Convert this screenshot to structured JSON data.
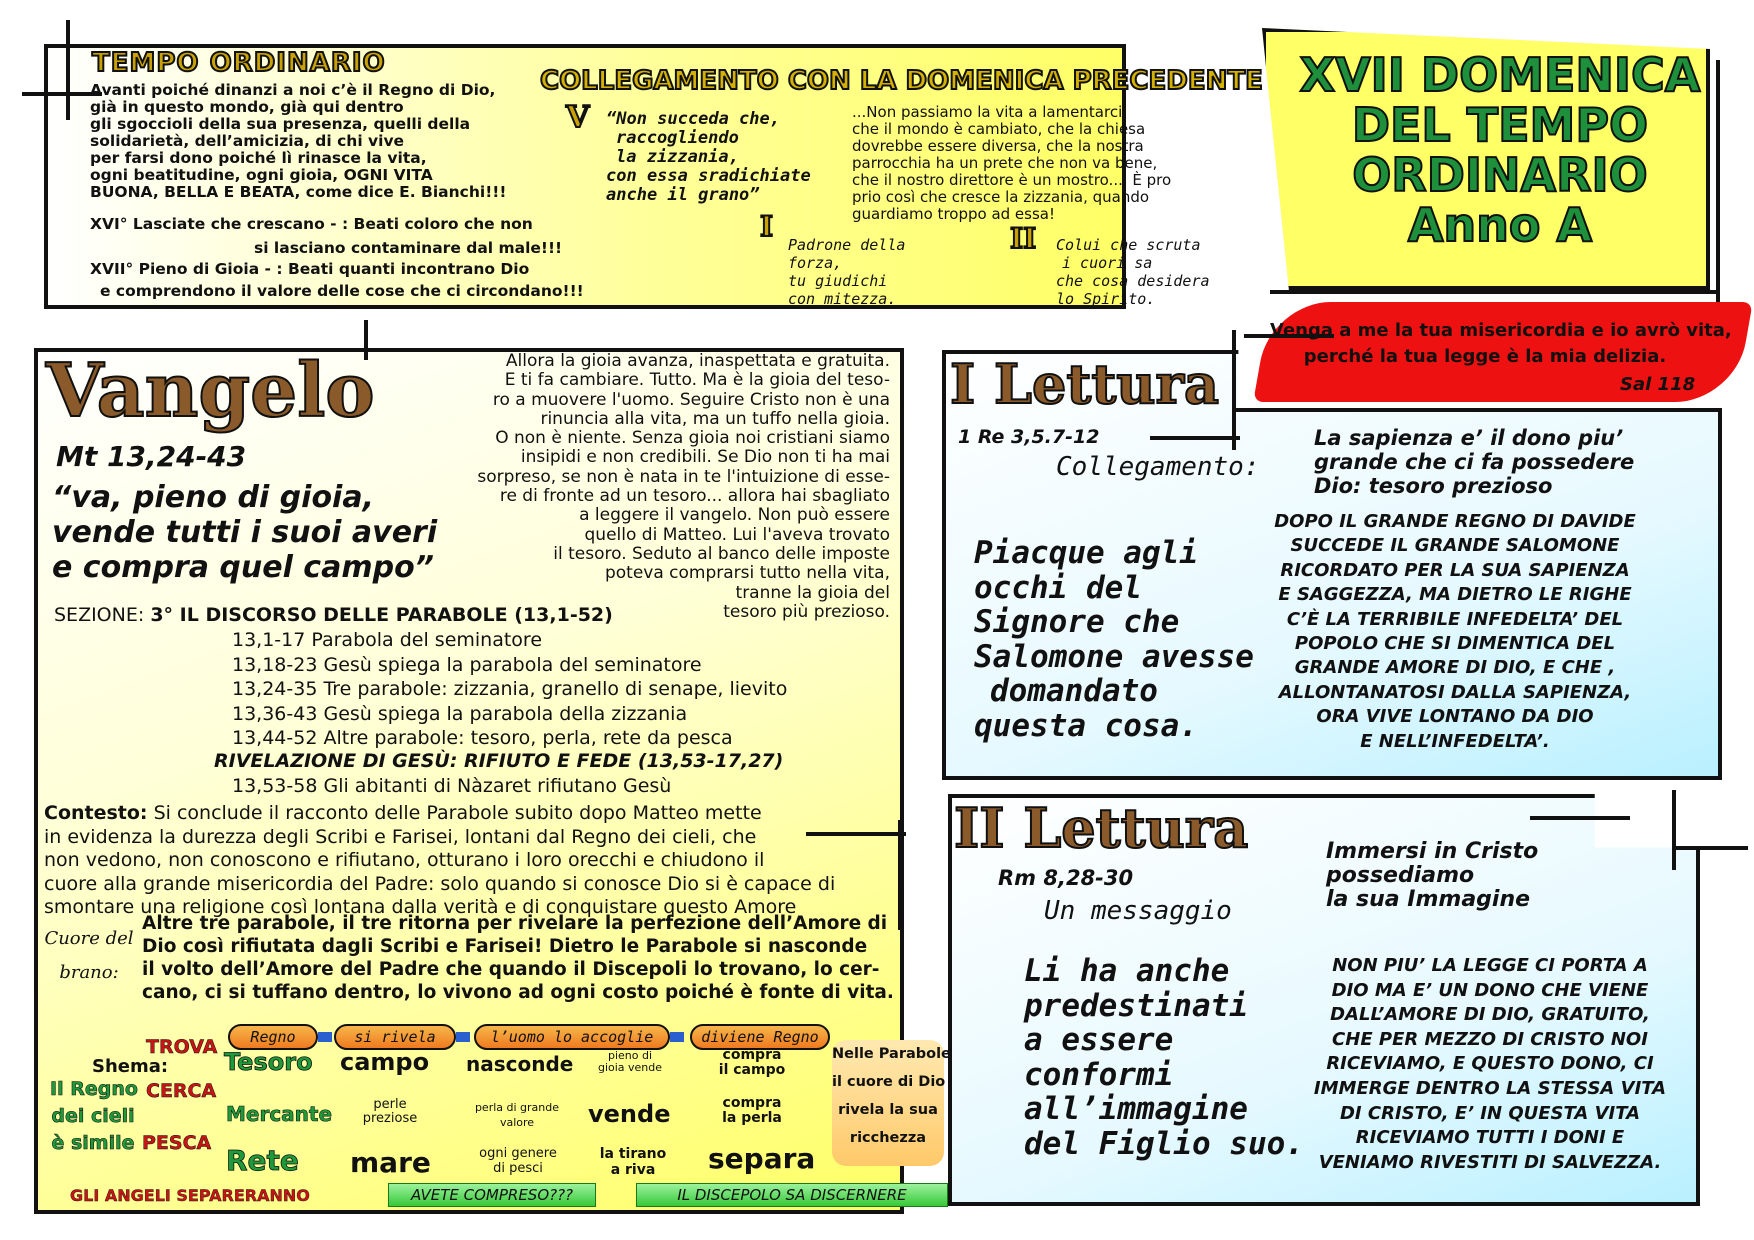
{
  "header": {
    "tempo_title": "TEMPO ORDINARIO",
    "tempo_lines": [
      "Avanti poiché dinanzi a noi c’è il Regno di Dio,",
      "già in questo mondo, già qui dentro",
      "gli sgoccioli della sua presenza, quelli  della",
      "solidarietà, dell’amicizia, di chi vive",
      "per farsi dono poiché lì rinasce la vita,",
      "ogni beatitudine, ogni gioia, OGNI VITA",
      "BUONA, BELLA E BEATA, come dice E. Bianchi!!!"
    ],
    "xvi_line1": "XVI° Lasciate che crescano - : Beati coloro che  non",
    "xvi_line2": "si lasciano contaminare dal male!!!",
    "xvii_line1": "XVII° Pieno di Gioia - : Beati quanti incontrano Dio",
    "xvii_line2": "e comprendono il valore delle cose che ci circondano!!!",
    "collegamento_title": "COLLEGAMENTO CON LA DOMENICA PRECEDENTE",
    "v_mark": "V",
    "v_quote": [
      "“Non succeda che,",
      "raccogliendo",
      "la zizzania,",
      "con essa sradichiate",
      "anche il grano”"
    ],
    "v_text": [
      "...Non passiamo la vita a lamentarci",
      "che il mondo è cambiato, che la chiesa",
      "dovrebbe essere diversa, che la nostra",
      "parrocchia  ha un prete  che non va bene,",
      "che il nostro direttore è un mostro.... È pro",
      "prio così che cresce la zizzania, quando",
      "guardiamo troppo ad essa!"
    ],
    "i_mark": "I",
    "i_text": [
      "Padrone della",
      "forza,",
      "tu giudichi",
      "con mitezza."
    ],
    "ii_mark": "II",
    "ii_text": [
      "Colui che  scruta",
      "i cuori sa",
      "che cosa desidera",
      "lo Spirito."
    ],
    "domenica_title": [
      "XVII DOMENICA",
      "DEL TEMPO",
      "ORDINARIO",
      "Anno A"
    ]
  },
  "salmo": {
    "lines": [
      "Venga a me la tua misericordia e io avrò vita,",
      "perché la tua legge è la mia delizia."
    ],
    "ref": "Sal 118"
  },
  "vangelo": {
    "title": "Vangelo",
    "ref": "Mt 13,24-43",
    "quote": [
      "“va, pieno di gioia,",
      "vende tutti i suoi averi",
      "e compra quel campo”"
    ],
    "right_text": [
      "Allora la gioia avanza, inaspettata e gratuita.",
      "E ti fa cambiare. Tutto. Ma è la gioia del teso-",
      "ro a muovere l'uomo. Seguire Cristo non è una",
      "rinuncia alla vita, ma un tuffo nella gioia.",
      "O non è niente. Senza gioia noi cristiani siamo",
      "insipidi e non credibili. Se Dio non ti ha mai",
      "sorpreso, se non è nata in te l'intuizione di esse-",
      "re di fronte ad un tesoro... allora hai sbagliato",
      "a leggere il vangelo. Non può essere",
      "quello di Matteo. Lui l'aveva trovato",
      "il tesoro. Seduto al banco delle imposte",
      "poteva comprarsi tutto nella vita,",
      "tranne la gioia del",
      "tesoro più prezioso."
    ],
    "sezione_label": "SEZIONE:",
    "sezione_title": "3° IL DISCORSO DELLE PARABOLE (13,1-52)",
    "sezione_items": [
      "13,1-17 Parabola del seminatore",
      "13,18-23 Gesù spiega la parabola del seminatore",
      "13,24-35 Tre parabole: zizzania, granello di senape, lievito",
      "13,36-43 Gesù spiega la parabola della zizzania",
      "13,44-52 Altre parabole: tesoro, perla, rete da pesca"
    ],
    "rivelazione": "RIVELAZIONE DI GESÙ: RIFIUTO E FEDE (13,53-17,27)",
    "rivelazione_item": "13,53-58 Gli abitanti di Nàzaret rifiutano Gesù",
    "contesto_label": "Contesto:",
    "contesto_lines": [
      " Si conclude il racconto delle Parabole subito dopo Matteo mette",
      "in evidenza la durezza degli Scribi e Farisei, lontani dal Regno dei cieli, che",
      "non vedono, non conoscono e rifiutano, otturano i loro orecchi e chiudono il",
      "cuore alla grande misericordia del Padre: solo quando si conosce Dio si è capace di",
      "smontare una religione così lontana dalla verità e di conquistare questo Amore"
    ],
    "cuore_label": [
      "Cuore del",
      "brano:"
    ],
    "cuore_lines": [
      "Altre tre parabole, il tre ritorna per rivelare la perfezione dell’Amore di",
      "Dio così rifiutata dagli Scribi e Farisei! Dietro le Parabole si nasconde",
      "il volto dell’Amore del Padre che quando il Discepoli lo trovano, lo cer-",
      "cano, ci si tuffano dentro, lo vivono ad ogni costo poiché è fonte di vita."
    ]
  },
  "shema": {
    "pills": [
      "Regno",
      "si rivela",
      "l’uomo lo accoglie",
      "diviene Regno"
    ],
    "shema_label": "Shema:",
    "regno_label": [
      "Il Regno",
      "dei cieli",
      "è simile"
    ],
    "verbs": [
      "TROVA",
      "CERCA",
      "PESCA"
    ],
    "rows": [
      {
        "subject": "Tesoro",
        "place": "campo",
        "action": "nasconde",
        "feeling": [
          "pieno di",
          "gioia vende"
        ],
        "result": [
          "compra",
          "il campo"
        ]
      },
      {
        "subject": "Mercante",
        "place": [
          "perle",
          "preziose"
        ],
        "action": [
          "perla di grande",
          "valore"
        ],
        "feeling": "vende",
        "result": [
          "compra",
          "la perla"
        ]
      },
      {
        "subject": "Rete",
        "place": "mare",
        "action": [
          "ogni genere",
          "di pesci"
        ],
        "feeling": [
          "la tirano",
          "a riva"
        ],
        "result": "separa"
      }
    ],
    "note": [
      "Nelle Parabole",
      "il cuore di Dio",
      "rivela la sua",
      "ricchezza"
    ],
    "angeli": "GLI ANGELI SEPARERANNO",
    "btn1": "AVETE COMPRESO???",
    "btn2": "IL DISCEPOLO SA DISCERNERE"
  },
  "lettura1": {
    "title": "I Lettura",
    "ref": "1 Re 3,5.7-12",
    "collegamento": "Collegamento:",
    "tagline": [
      "La sapienza e’ il dono piu’",
      "grande che ci fa possedere",
      "Dio: tesoro prezioso"
    ],
    "quote": [
      "Piacque agli",
      "occhi del",
      "Signore che",
      "Salomone avesse",
      "domandato",
      "questa cosa."
    ],
    "body": [
      "DOPO IL GRANDE REGNO DI DAVIDE",
      "SUCCEDE IL GRANDE SALOMONE",
      "RICORDATO PER LA SUA SAPIENZA",
      "E SAGGEZZA, MA DIETRO LE RIGHE",
      "C’È LA TERRIBILE INFEDELTA’ DEL",
      "POPOLO CHE SI DIMENTICA DEL",
      "GRANDE AMORE DI DIO, E CHE ,",
      "ALLONTANATOSI DALLA SAPIENZA,",
      "ORA VIVE LONTANO DA DIO",
      "E NELL’INFEDELTA’."
    ]
  },
  "lettura2": {
    "title": "II Lettura",
    "ref": "Rm 8,28-30",
    "messaggio": "Un messaggio",
    "tagline": [
      "Immersi in Cristo",
      "possediamo",
      "la sua Immagine"
    ],
    "quote": [
      "Li ha anche",
      "predestinati",
      "a essere",
      "conformi",
      "all’immagine",
      "del Figlio suo."
    ],
    "body": [
      "NON PIU’ LA LEGGE CI PORTA A",
      "DIO MA E’ UN DONO CHE VIENE",
      "DALL’AMORE DI DIO, GRATUITO,",
      "CHE PER MEZZO DI CRISTO NOI",
      "RICEVIAMO, E QUESTO DONO, CI",
      "IMMERGE DENTRO LA STESSA VITA",
      "DI CRISTO, E’ IN QUESTA VITA",
      "RICEVIAMO TUTTI I DONI E",
      "VENIAMO RIVESTITI DI SALVEZZA."
    ]
  },
  "colors": {
    "yellow": "#ffff7a",
    "cyan": "#c8f4ff",
    "red": "#ee1111",
    "brown": "#8a5a2b",
    "green_text": "#1f9a3a",
    "red_text": "#c81414"
  }
}
